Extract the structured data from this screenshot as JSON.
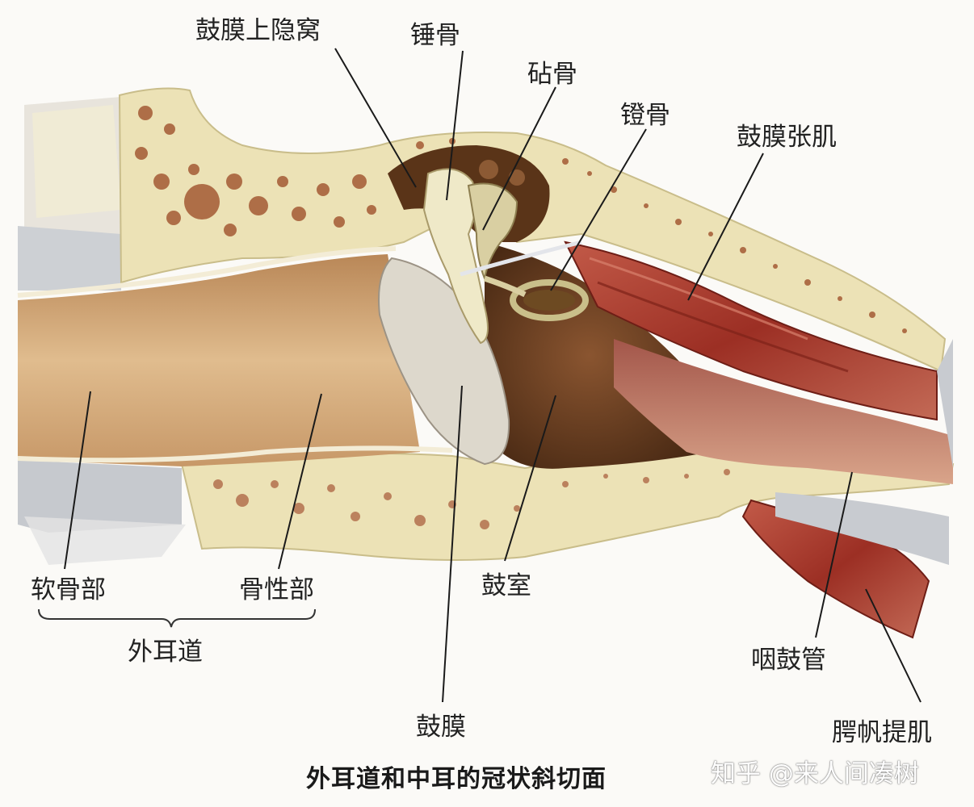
{
  "labels": {
    "epitympanic_recess": "鼓膜上隐窝",
    "malleus": "锤骨",
    "incus": "砧骨",
    "stapes": "镫骨",
    "tensor_tympani": "鼓膜张肌",
    "cartilaginous_part": "软骨部",
    "bony_part": "骨性部",
    "external_canal": "外耳道",
    "tympanic_cavity": "鼓室",
    "tympanic_membrane": "鼓膜",
    "eustachian_tube": "咽鼓管",
    "levator_veli_palatini": "腭帆提肌"
  },
  "caption": "外耳道和中耳的冠状斜切面",
  "watermark": "知乎 @来人间凑树",
  "colors": {
    "bone": "#ece2b6",
    "bone_spot": "#a45a34",
    "canal": "#c99a6a",
    "cavity": "#6e4324",
    "muscle": "#a63a2c",
    "membrane": "#ddd8cc",
    "grey": "#c8cbd0"
  }
}
